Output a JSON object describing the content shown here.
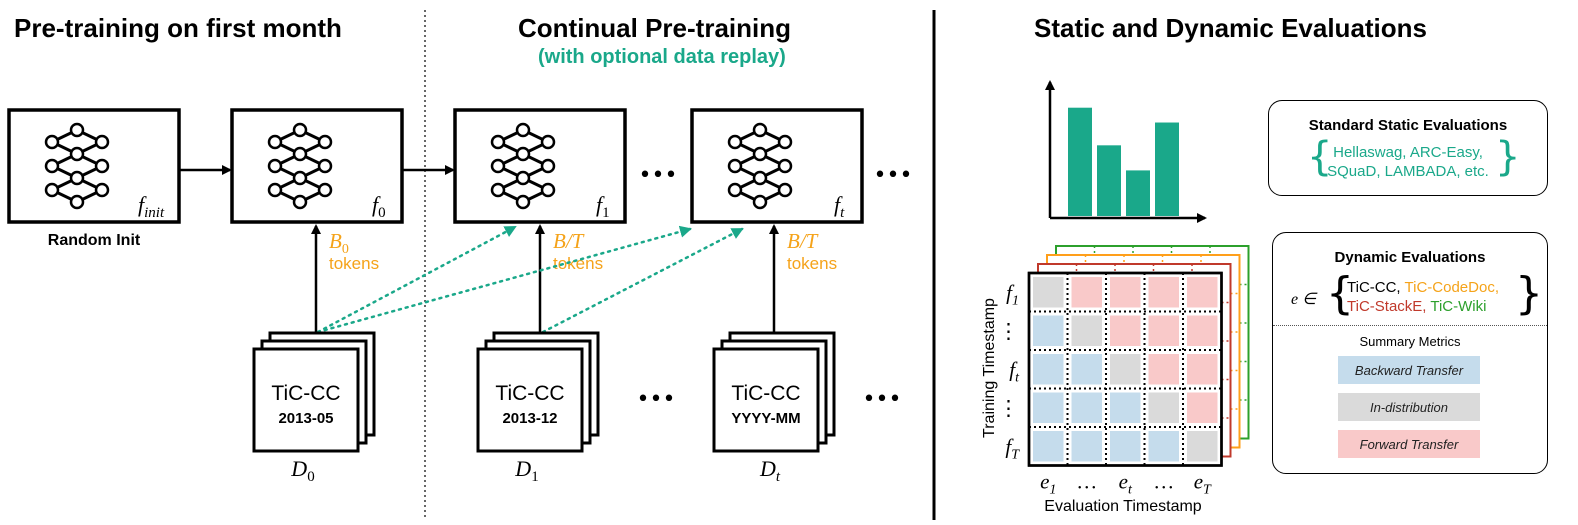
{
  "headings": {
    "left": "Pre-training on first month",
    "middle": "Continual Pre-training",
    "middle_sub": "(with optional data replay)",
    "right": "Static and Dynamic Evaluations"
  },
  "labels": {
    "random_init": "Random Init",
    "model_init_sub": "init",
    "model_0_sub": "0",
    "model_1_sub": "1",
    "model_t_sub": "t",
    "tokens": "tokens",
    "b0_sub": "0",
    "bt": "B/T",
    "ellipsis": "•••",
    "tic_cc": "TiC-CC",
    "date_0": "2013-05",
    "date_1": "2013-12",
    "date_t": "YYYY-MM",
    "d0_sub": "0",
    "d1_sub": "1",
    "dt_sub": "t"
  },
  "matrix": {
    "ylabel": "Training Timestamp",
    "xlabel": "Evaluation Timestamp",
    "row_labels": [
      "f1",
      "⋮",
      "ft",
      "⋮",
      "fT"
    ],
    "col_labels": [
      "e1",
      "…",
      "et",
      "…",
      "eT"
    ],
    "cells": [
      [
        "gray",
        "pink",
        "pink",
        "pink",
        "pink"
      ],
      [
        "blue",
        "gray",
        "pink",
        "pink",
        "pink"
      ],
      [
        "blue",
        "blue",
        "gray",
        "pink",
        "pink"
      ],
      [
        "blue",
        "blue",
        "blue",
        "gray",
        "pink"
      ],
      [
        "blue",
        "blue",
        "blue",
        "blue",
        "gray"
      ]
    ],
    "layer_colors": [
      "#2ca02c",
      "#ff9f1a",
      "#c0392b"
    ]
  },
  "bar_icon": {
    "values": [
      0.95,
      0.62,
      0.4,
      0.82
    ]
  },
  "static_box": {
    "title": "Standard Static Evaluations",
    "line1": "Hellaswag, ARC-Easy,",
    "line2": "SQuaD, LAMBADA, etc."
  },
  "dynamic_box": {
    "title": "Dynamic Evaluations",
    "e_in": "e ∈",
    "item1": "TiC-CC,",
    "item2": "TiC-CodeDoc,",
    "item3": "TiC-StackE,",
    "item4": "TiC-Wiki",
    "summary": "Summary Metrics",
    "backward": "Backward Transfer",
    "indist": "In-distribution",
    "forward": "Forward Transfer"
  },
  "colors": {
    "teal": "#1aa88a",
    "orange": "#f5a31a",
    "red": "#c0392b",
    "green": "#2ca02c",
    "blue_cell": "#c5dcec",
    "gray_cell": "#dadada",
    "pink_cell": "#f9c9c9"
  }
}
